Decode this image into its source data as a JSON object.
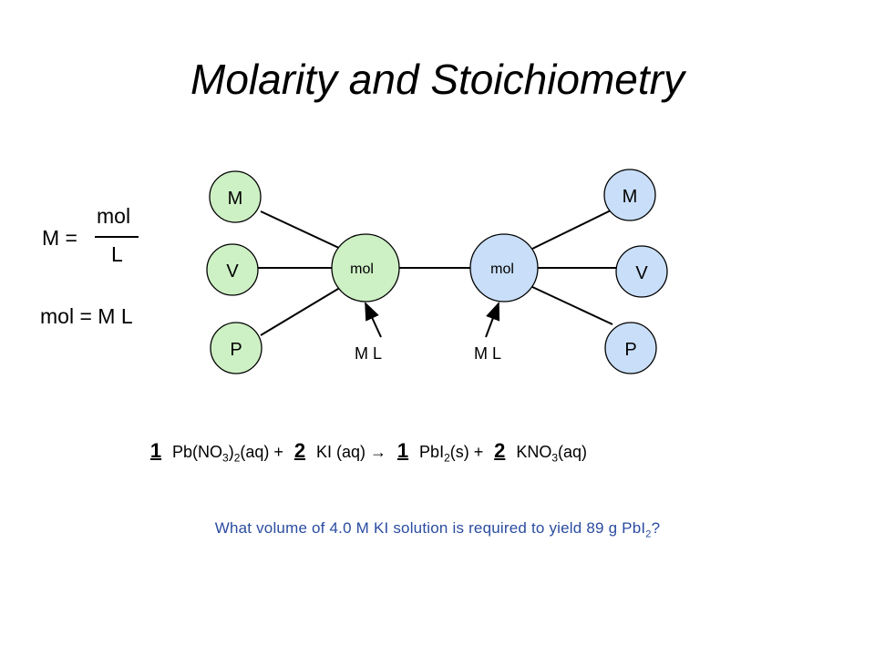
{
  "title": "Molarity and Stoichiometry",
  "formula": {
    "lhs": "M =",
    "numerator": "mol",
    "denominator": "L",
    "rearranged": "mol = M L"
  },
  "diagram": {
    "left_center": "mol",
    "right_center": "mol",
    "left_nodes": [
      "M",
      "V",
      "P"
    ],
    "right_nodes": [
      "M",
      "V",
      "P"
    ],
    "left_arrow_label": "M L",
    "right_arrow_label": "M L",
    "colors": {
      "left_fill": "#cdf0c4",
      "right_fill": "#c9def8",
      "line": "#000000"
    }
  },
  "equation": {
    "c1": "1",
    "s1_pre": "Pb(NO",
    "s1_sub1": "3",
    "s1_mid": ")",
    "s1_sub2": "2",
    "s1_post": "(aq) +",
    "c2": "2",
    "s2": "KI (aq)",
    "arrow": "→",
    "c3": "1",
    "s3_pre": "PbI",
    "s3_sub": "2",
    "s3_post": "(s) +",
    "c4": "2",
    "s4_pre": "KNO",
    "s4_sub": "3",
    "s4_post": "(aq)"
  },
  "question": {
    "text": "What volume of 4.0 M KI solution is required to yield 89 g PbI",
    "sub": "2",
    "end": "?"
  }
}
